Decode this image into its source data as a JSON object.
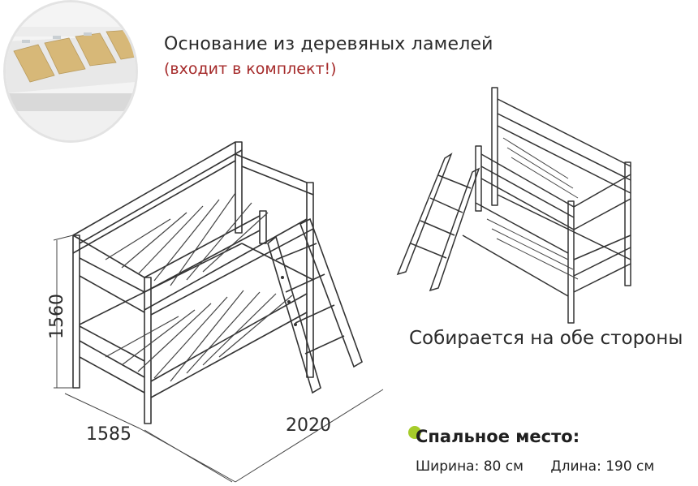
{
  "header": {
    "title": "Основание из деревяных ламелей",
    "subtitle": "(входит в комплект!)"
  },
  "assembly_note": "Собирается на обе стороны",
  "dimensions": {
    "height": "1560",
    "width": "1585",
    "length": "2020"
  },
  "sleeping_place": {
    "title": "Спальное место:",
    "width": "Ширина: 80 см",
    "length": "Длина: 190 см"
  },
  "colors": {
    "accent_red": "#a52a2a",
    "accent_green": "#a6cc2a",
    "line": "#333333",
    "wood": "#d7b878"
  },
  "icons": {
    "slat_base": "wooden-slat-base-icon",
    "bunk_bed_front": "bunk-bed-drawing",
    "bunk_bed_mirror": "bunk-bed-mirrored-drawing"
  }
}
